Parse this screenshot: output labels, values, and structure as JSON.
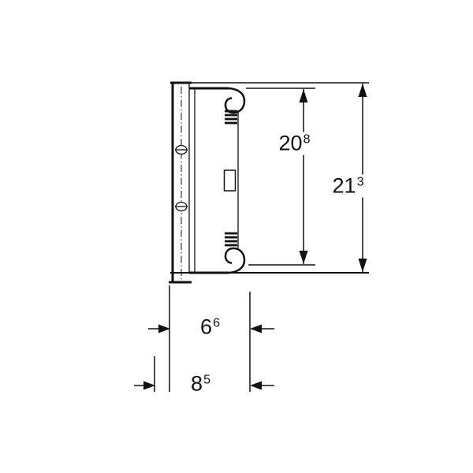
{
  "drawing": {
    "title": "product-side-view-technical-drawing",
    "background_color": "#ffffff",
    "line_color": "#111111"
  },
  "dimensions": {
    "height_inner": {
      "value": "20",
      "sup": "8"
    },
    "height_outer": {
      "value": "21",
      "sup": "3"
    },
    "depth_inner": {
      "value": "6",
      "sup": "6"
    },
    "depth_outer": {
      "value": "8",
      "sup": "5"
    }
  }
}
